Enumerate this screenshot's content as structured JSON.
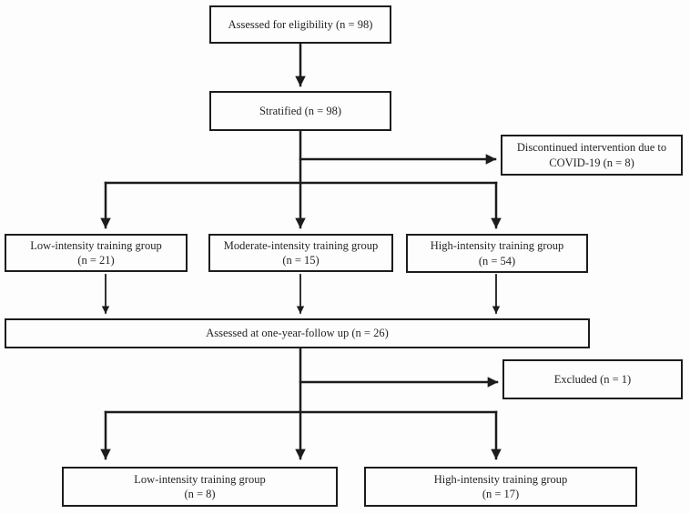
{
  "figure": {
    "type": "participant-flow-diagram",
    "background_color": "#fdfdfd",
    "line_color": "#1c1c1c",
    "text_color": "#242424"
  },
  "boxes": {
    "eligibility": {
      "label": "Assessed for eligibility (n = 98)"
    },
    "stratified": {
      "label": "Stratified (n = 98)"
    },
    "discontinued": {
      "line1": "Discontinued intervention due to",
      "line2": "COVID-19 (n = 8)"
    },
    "low_group": {
      "line1": "Low-intensity training group",
      "line2": "(n = 21)"
    },
    "moderate_group": {
      "line1": "Moderate-intensity training group",
      "line2": "(n = 15)"
    },
    "high_group": {
      "line1": "High-intensity training group",
      "line2": "(n = 54)"
    },
    "followup": {
      "label": "Assessed at one-year-follow up (n = 26)"
    },
    "excluded": {
      "label": "Excluded (n = 1)"
    },
    "low_group_followup": {
      "line1": "Low-intensity training group",
      "line2": "(n = 8)"
    },
    "high_group_followup": {
      "line1": "High-intensity training group",
      "line2": "(n = 17)"
    }
  }
}
